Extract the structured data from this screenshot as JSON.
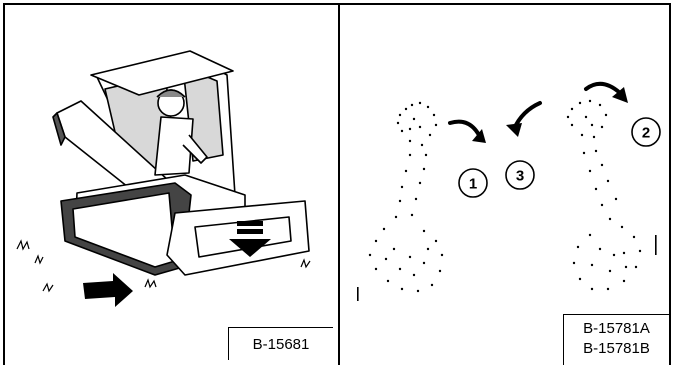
{
  "figures": [
    {
      "id_label": "B-15681",
      "illustration": "compact-track-loader-with-operator-lowering-bucket"
    },
    {
      "id_labels": [
        "B-15781A",
        "B-15781B"
      ],
      "illustration": "joystick-control-levers-movement",
      "callouts": [
        "1",
        "2",
        "3"
      ]
    }
  ],
  "colors": {
    "ink": "#000000",
    "paper": "#ffffff"
  }
}
